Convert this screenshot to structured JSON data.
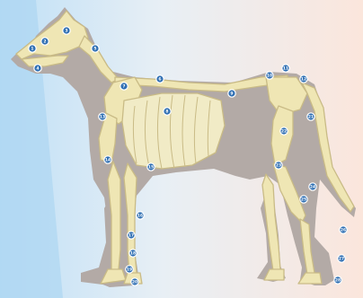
{
  "diagram": {
    "subject": "dog skeleton anatomy",
    "colors": {
      "background_left": "#bfe0f6",
      "background_right": "#fbe6dc",
      "body_silhouette": "#b3aaa6",
      "bone": "#efe6b4",
      "bone_outline": "#c9bb86",
      "marker": "#2f6fb3"
    },
    "markers": [
      {
        "id": "skull",
        "glyph": "1"
      },
      {
        "id": "eye",
        "glyph": "2"
      },
      {
        "id": "cranium",
        "glyph": "3"
      },
      {
        "id": "jaw",
        "glyph": "4"
      },
      {
        "id": "neck",
        "glyph": "5"
      },
      {
        "id": "withers",
        "glyph": "6"
      },
      {
        "id": "scapula",
        "glyph": "7"
      },
      {
        "id": "ribs",
        "glyph": "8"
      },
      {
        "id": "spine",
        "glyph": "9"
      },
      {
        "id": "lumbar",
        "glyph": "10"
      },
      {
        "id": "pelvis",
        "glyph": "11"
      },
      {
        "id": "tail-base",
        "glyph": "12"
      },
      {
        "id": "humerus",
        "glyph": "13"
      },
      {
        "id": "elbow",
        "glyph": "14"
      },
      {
        "id": "sternum",
        "glyph": "15"
      },
      {
        "id": "radius",
        "glyph": "16"
      },
      {
        "id": "carpus",
        "glyph": "17"
      },
      {
        "id": "metacarpus",
        "glyph": "18"
      },
      {
        "id": "front-toes",
        "glyph": "19"
      },
      {
        "id": "front-paw",
        "glyph": "20"
      },
      {
        "id": "femur",
        "glyph": "21"
      },
      {
        "id": "stifle",
        "glyph": "22"
      },
      {
        "id": "tibia",
        "glyph": "23"
      },
      {
        "id": "hock",
        "glyph": "24"
      },
      {
        "id": "metatarsus",
        "glyph": "25"
      },
      {
        "id": "hind-toes",
        "glyph": "26"
      },
      {
        "id": "hind-paw",
        "glyph": "27"
      },
      {
        "id": "hip",
        "glyph": "28"
      }
    ]
  }
}
